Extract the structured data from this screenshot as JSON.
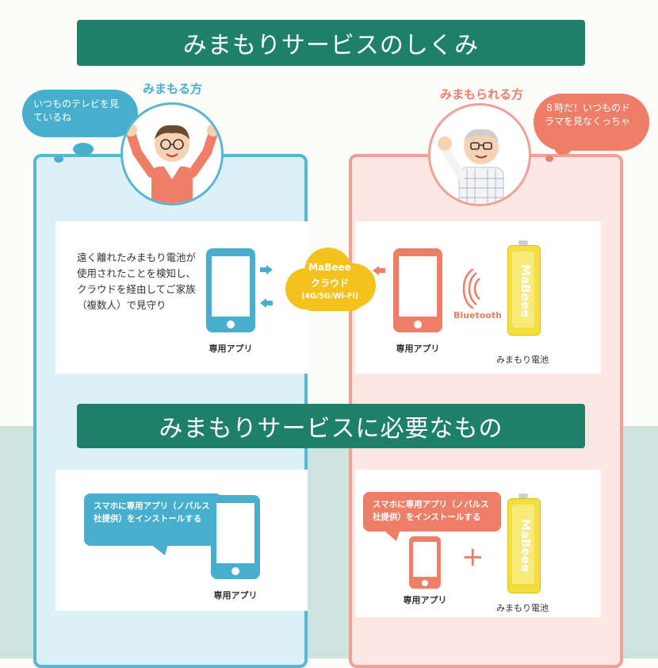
{
  "banner_top": "みまもりサービスのしくみ",
  "banner_mid": "みまもりサービスに必要なもの",
  "left": {
    "role": "みまもる方",
    "speech": "いつものテレビを見ているね",
    "description": "遠く離れたみまもり電池が使用されたことを検知し、クラウドを経由してご家族（複数人）で見守り",
    "phone_label": "専用アプリ",
    "install_note": "スマホに専用アプリ（ノバルス社提供）をインストールする",
    "install_phone_label": "専用アプリ"
  },
  "right": {
    "role": "みまもられる方",
    "speech": "８時だ！いつものドラマを見なくっちゃ",
    "phone_label": "専用アプリ",
    "bluetooth": "Bluetooth",
    "battery_label": "みまもり電池",
    "battery_brand": "MaBeee",
    "install_note": "スマホに専用アプリ（ノバルス社提供）をインストールする",
    "install_phone_label": "専用アプリ",
    "plus": "+",
    "battery_label_2": "みまもり電池",
    "battery_brand_2": "MaBeee"
  },
  "cloud": {
    "line1": "MaBeee",
    "line2": "クラウド",
    "line3": "(4G/5G/Wi-Fi)"
  },
  "colors": {
    "banner": "#1e7f6a",
    "blue": "#47afcd",
    "salmon": "#ee7e68",
    "cloud": "#f4c21d",
    "battery": "#f2de3c"
  }
}
